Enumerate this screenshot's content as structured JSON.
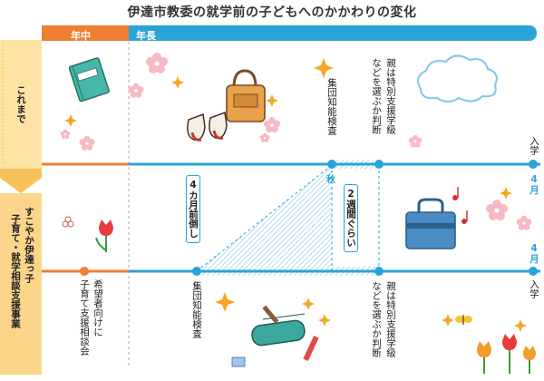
{
  "title": "伊達市教委の就学前の子どもへのかかわりの変化",
  "header": {
    "nenchu": "年中",
    "nencho": "年長"
  },
  "rows": {
    "before": {
      "label": "これまで"
    },
    "after": {
      "label_line1": "すこやか伊達っ子",
      "label_line2": "子育て・就学相談支援事業"
    }
  },
  "before_events": {
    "exam": "集団知能検査",
    "decision_line1": "親は特別支援学級",
    "decision_line2": "などを選ぶか判断",
    "entry": "入学",
    "month": "4月"
  },
  "after_events": {
    "consult_line1": "希望者向けに",
    "consult_line2": "子育て支援相談会",
    "exam": "集団知能検査",
    "decision_line1": "親は特別支援学級",
    "decision_line2": "などを選ぶか判断",
    "entry": "入学",
    "month": "4月"
  },
  "annotations": {
    "autumn": "秋",
    "advanced": "4カ月前倒し",
    "two_weeks": "2週間ぐらい"
  },
  "colors": {
    "nenchu": "#ef7f33",
    "nencho": "#29a4d6",
    "side_band": "#fbd58a"
  },
  "icons": [
    "notebook-icon",
    "backpack-icon",
    "shoes-icon",
    "flower-icon",
    "sparkle-icon",
    "cloud-icon",
    "bag-icon",
    "music-note-icon",
    "tulip-icon",
    "pencil-case-icon",
    "butterfly-icon"
  ]
}
